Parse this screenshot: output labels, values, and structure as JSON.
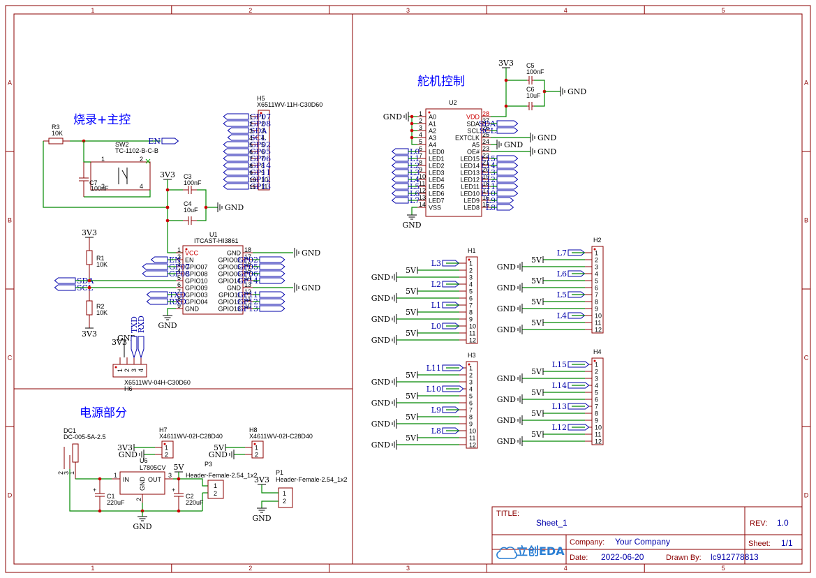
{
  "sections": {
    "prog": "烧录+主控",
    "servo": "舵机控制",
    "power": "电源部分"
  },
  "border": {
    "cols": [
      "1",
      "2",
      "3",
      "4",
      "5"
    ],
    "rows": [
      "A",
      "B",
      "C",
      "D"
    ]
  },
  "title_block": {
    "title_label": "TITLE:",
    "title": "Sheet_1",
    "rev_label": "REV:",
    "rev": "1.0",
    "company_label": "Company:",
    "company": "Your Company",
    "sheet_label": "Sheet:",
    "sheet": "1/1",
    "date_label": "Date:",
    "date": "2022-06-20",
    "drawn_label": "Drawn By:",
    "drawn": "lc912778813",
    "logo": "立创EDA"
  },
  "power": {
    "v33": "3V3",
    "v5": "5V",
    "gnd": "GND"
  },
  "components": {
    "h5": {
      "ref": "H5",
      "value": "X6511WV-11H-C30D60",
      "nets": [
        "GP07",
        "GP08",
        "SDA",
        "SCL",
        "GP02",
        "GP05",
        "GP06",
        "GP14",
        "GP11",
        "GP12",
        "GP13"
      ],
      "pins": [
        "1",
        "2",
        "3",
        "4",
        "5",
        "6",
        "7",
        "8",
        "9",
        "10",
        "11"
      ]
    },
    "r3": {
      "ref": "R3",
      "value": "10K"
    },
    "sw2": {
      "ref": "SW2",
      "value": "TC-1102-B-C-B",
      "pins": [
        "1",
        "2",
        "3",
        "4"
      ],
      "net": "EN"
    },
    "c7": {
      "ref": "C7",
      "value": "100nF"
    },
    "c3": {
      "ref": "C3",
      "value": "100nF"
    },
    "c4": {
      "ref": "C4",
      "value": "10uF"
    },
    "u1": {
      "ref": "U1",
      "value": "ITCAST-HI3861",
      "left_pins": [
        {
          "n": "1",
          "name": "VCC"
        },
        {
          "n": "2",
          "name": "EN"
        },
        {
          "n": "3",
          "name": "GPIO07"
        },
        {
          "n": "4",
          "name": "GPIO08"
        },
        {
          "n": "5",
          "name": "GPIO10"
        },
        {
          "n": "6",
          "name": "GPIO09"
        },
        {
          "n": "7",
          "name": "GPIO03"
        },
        {
          "n": "8",
          "name": "GPIO04"
        },
        {
          "n": "9",
          "name": "GND"
        }
      ],
      "right_pins": [
        {
          "n": "18",
          "name": "GND"
        },
        {
          "n": "17",
          "name": "GPIO02"
        },
        {
          "n": "16",
          "name": "GPIO05"
        },
        {
          "n": "15",
          "name": "GPIO06"
        },
        {
          "n": "14",
          "name": "GPIO14"
        },
        {
          "n": "13",
          "name": "GND"
        },
        {
          "n": "12",
          "name": "GPIO11"
        },
        {
          "n": "11",
          "name": "GPIO12"
        },
        {
          "n": "10",
          "name": "GPIO13"
        }
      ],
      "left_nets": [
        "EN",
        "GP07",
        "GP08",
        "SDA",
        "SCL",
        "TXD",
        "RXD"
      ],
      "right_nets": [
        "GP02",
        "GP05",
        "GP06",
        "GP14",
        "GP11",
        "GP12",
        "GP13"
      ]
    },
    "r1": {
      "ref": "R1",
      "value": "10K"
    },
    "r2": {
      "ref": "R2",
      "value": "10K"
    },
    "h6": {
      "ref": "H6",
      "value": "X6511WV-04H-C30D60",
      "pins": [
        "1",
        "2",
        "3",
        "4"
      ],
      "nets": [
        "3V3",
        "GND",
        "TXD",
        "RXD"
      ]
    },
    "u2": {
      "ref": "U2",
      "left_pins": [
        {
          "n": "1",
          "name": "A0"
        },
        {
          "n": "2",
          "name": "A1"
        },
        {
          "n": "3",
          "name": "A2"
        },
        {
          "n": "4",
          "name": "A3"
        },
        {
          "n": "5",
          "name": "A4"
        },
        {
          "n": "6",
          "name": "LED0"
        },
        {
          "n": "7",
          "name": "LED1"
        },
        {
          "n": "8",
          "name": "LED2"
        },
        {
          "n": "9",
          "name": "LED3"
        },
        {
          "n": "10",
          "name": "LED4"
        },
        {
          "n": "11",
          "name": "LED5"
        },
        {
          "n": "12",
          "name": "LED6"
        },
        {
          "n": "13",
          "name": "LED7"
        },
        {
          "n": "14",
          "name": "VSS"
        }
      ],
      "right_pins": [
        {
          "n": "28",
          "name": "VDD"
        },
        {
          "n": "27",
          "name": "SDA"
        },
        {
          "n": "26",
          "name": "SCL"
        },
        {
          "n": "25",
          "name": "EXTCLK"
        },
        {
          "n": "24",
          "name": "A5"
        },
        {
          "n": "23",
          "name": "OE#"
        },
        {
          "n": "22",
          "name": "LED15"
        },
        {
          "n": "21",
          "name": "LED14"
        },
        {
          "n": "20",
          "name": "LED13"
        },
        {
          "n": "19",
          "name": "LED12"
        },
        {
          "n": "18",
          "name": "LED11"
        },
        {
          "n": "17",
          "name": "LED10"
        },
        {
          "n": "16",
          "name": "LED9"
        },
        {
          "n": "15",
          "name": "LED8"
        }
      ],
      "left_nets": [
        "L0",
        "L1",
        "L2",
        "L3",
        "L4",
        "L5",
        "L6",
        "L7"
      ],
      "right_nets": [
        "SDA",
        "SCL",
        "L15",
        "L14",
        "L13",
        "L12",
        "L11",
        "L10",
        "L9",
        "L8"
      ]
    },
    "c5": {
      "ref": "C5",
      "value": "100nF"
    },
    "c6": {
      "ref": "C6",
      "value": "10uF"
    },
    "h1": {
      "ref": "H1",
      "nets": [
        "L3",
        "L2",
        "L1",
        "L0"
      ]
    },
    "h2": {
      "ref": "H2",
      "nets": [
        "L7",
        "L6",
        "L5",
        "L4"
      ]
    },
    "h3": {
      "ref": "H3",
      "nets": [
        "L11",
        "L10",
        "L9",
        "L8"
      ]
    },
    "h4": {
      "ref": "H4",
      "nets": [
        "L15",
        "L14",
        "L13",
        "L12"
      ]
    },
    "header12_pins": [
      "1",
      "2",
      "3",
      "4",
      "5",
      "6",
      "7",
      "8",
      "9",
      "10",
      "11",
      "12"
    ],
    "dc1": {
      "ref": "DC1",
      "value": "DC-005-5A-2.5",
      "pins": [
        "1",
        "2",
        "3"
      ]
    },
    "u6": {
      "ref": "U6",
      "value": "L7805CV",
      "in": "IN",
      "out": "OUT",
      "gnd": "GND",
      "pins": [
        "1",
        "2",
        "3"
      ]
    },
    "c1": {
      "ref": "C1",
      "value": "220uF"
    },
    "c2": {
      "ref": "C2",
      "value": "220uF"
    },
    "h7": {
      "ref": "H7",
      "value": "X4611WV-02I-C28D40",
      "pins": [
        "1",
        "2"
      ]
    },
    "h8": {
      "ref": "H8",
      "value": "X4611WV-02I-C28D40",
      "pins": [
        "1",
        "2"
      ]
    },
    "p3": {
      "ref": "P3",
      "value": "Header-Female-2.54_1x2",
      "pins": [
        "1",
        "2"
      ]
    },
    "p1": {
      "ref": "P1",
      "value": "Header-Female-2.54_1x2",
      "pins": [
        "1",
        "2"
      ]
    }
  }
}
